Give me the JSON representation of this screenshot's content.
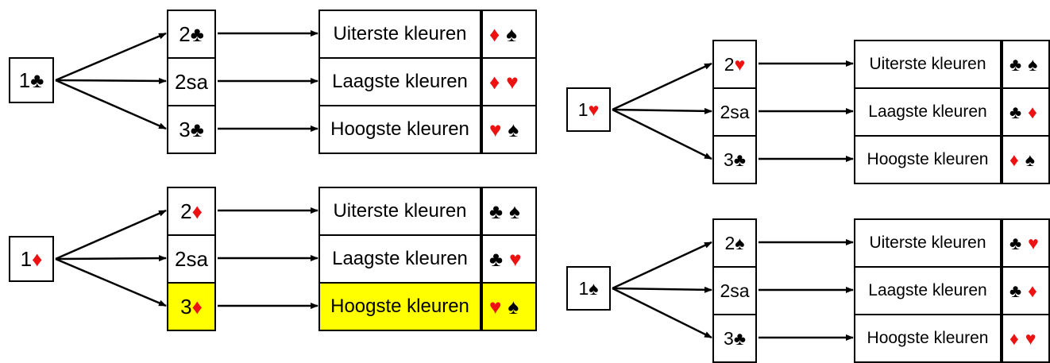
{
  "colors": {
    "red": "#ee1111",
    "black": "#000000",
    "highlight": "#ffff00"
  },
  "diagrams": [
    {
      "id": "clubs",
      "opening": {
        "num": "1",
        "suit": "♣",
        "color": "black"
      },
      "rows": [
        {
          "bid_num": "2",
          "bid_suit": "♣",
          "bid_suit_color": "black",
          "label": "Uiterste kleuren",
          "suits": [
            {
              "s": "♦",
              "c": "red"
            },
            {
              "s": "♠",
              "c": "black"
            }
          ],
          "highlight": false
        },
        {
          "bid_num": "2sa",
          "bid_suit": "",
          "bid_suit_color": "black",
          "label": "Laagste kleuren",
          "suits": [
            {
              "s": "♦",
              "c": "red"
            },
            {
              "s": "♥",
              "c": "red"
            }
          ],
          "highlight": false
        },
        {
          "bid_num": "3",
          "bid_suit": "♣",
          "bid_suit_color": "black",
          "label": "Hoogste kleuren",
          "suits": [
            {
              "s": "♥",
              "c": "red"
            },
            {
              "s": "♠",
              "c": "black"
            }
          ],
          "highlight": false
        }
      ]
    },
    {
      "id": "diamonds",
      "opening": {
        "num": "1",
        "suit": "♦",
        "color": "red"
      },
      "rows": [
        {
          "bid_num": "2",
          "bid_suit": "♦",
          "bid_suit_color": "red",
          "label": "Uiterste kleuren",
          "suits": [
            {
              "s": "♣",
              "c": "black"
            },
            {
              "s": "♠",
              "c": "black"
            }
          ],
          "highlight": false
        },
        {
          "bid_num": "2sa",
          "bid_suit": "",
          "bid_suit_color": "black",
          "label": "Laagste kleuren",
          "suits": [
            {
              "s": "♣",
              "c": "black"
            },
            {
              "s": "♥",
              "c": "red"
            }
          ],
          "highlight": false
        },
        {
          "bid_num": "3",
          "bid_suit": "♦",
          "bid_suit_color": "red",
          "label": "Hoogste kleuren",
          "suits": [
            {
              "s": "♥",
              "c": "red"
            },
            {
              "s": "♠",
              "c": "black"
            }
          ],
          "highlight": true
        }
      ]
    },
    {
      "id": "hearts",
      "opening": {
        "num": "1",
        "suit": "♥",
        "color": "red"
      },
      "rows": [
        {
          "bid_num": "2",
          "bid_suit": "♥",
          "bid_suit_color": "red",
          "label": "Uiterste kleuren",
          "suits": [
            {
              "s": "♣",
              "c": "black"
            },
            {
              "s": "♠",
              "c": "black"
            }
          ],
          "highlight": false
        },
        {
          "bid_num": "2sa",
          "bid_suit": "",
          "bid_suit_color": "black",
          "label": "Laagste kleuren",
          "suits": [
            {
              "s": "♣",
              "c": "black"
            },
            {
              "s": "♦",
              "c": "red"
            }
          ],
          "highlight": false
        },
        {
          "bid_num": "3",
          "bid_suit": "♣",
          "bid_suit_color": "black",
          "label": "Hoogste kleuren",
          "suits": [
            {
              "s": "♦",
              "c": "red"
            },
            {
              "s": "♠",
              "c": "black"
            }
          ],
          "highlight": false
        }
      ]
    },
    {
      "id": "spades",
      "opening": {
        "num": "1",
        "suit": "♠",
        "color": "black"
      },
      "rows": [
        {
          "bid_num": "2",
          "bid_suit": "♠",
          "bid_suit_color": "black",
          "label": "Uiterste kleuren",
          "suits": [
            {
              "s": "♣",
              "c": "black"
            },
            {
              "s": "♥",
              "c": "red"
            }
          ],
          "highlight": false
        },
        {
          "bid_num": "2sa",
          "bid_suit": "",
          "bid_suit_color": "black",
          "label": "Laagste kleuren",
          "suits": [
            {
              "s": "♣",
              "c": "black"
            },
            {
              "s": "♦",
              "c": "red"
            }
          ],
          "highlight": false
        },
        {
          "bid_num": "3",
          "bid_suit": "♣",
          "bid_suit_color": "black",
          "label": "Hoogste kleuren",
          "suits": [
            {
              "s": "♦",
              "c": "red"
            },
            {
              "s": "♥",
              "c": "red"
            }
          ],
          "highlight": false
        }
      ]
    }
  ]
}
